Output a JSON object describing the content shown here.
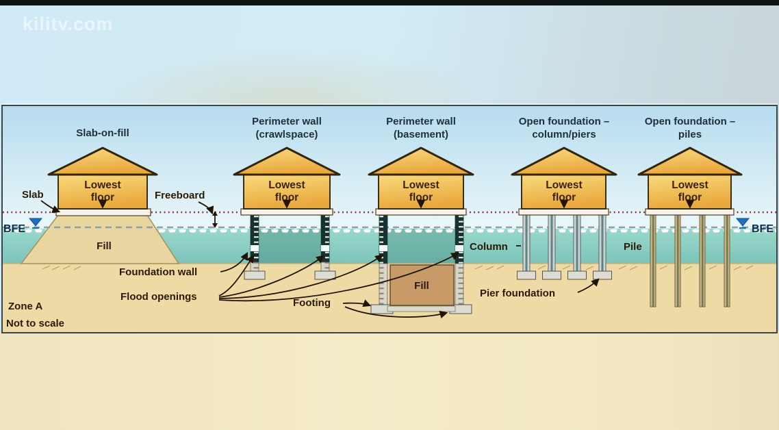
{
  "watermark": "kilitv.com",
  "panel": {
    "houses": [
      {
        "title_line1": "Slab-on-fill",
        "title_line2": ""
      },
      {
        "title_line1": "Perimeter wall",
        "title_line2": "(crawlspace)"
      },
      {
        "title_line1": "Perimeter wall",
        "title_line2": "(basement)"
      },
      {
        "title_line1": "Open foundation –",
        "title_line2": "column/piers"
      },
      {
        "title_line1": "Open foundation –",
        "title_line2": "piles"
      }
    ],
    "floor_label": {
      "line1": "Lowest",
      "line2": "floor"
    },
    "labels": {
      "slab": "Slab",
      "freeboard": "Freeboard",
      "bfe_left": "BFE",
      "bfe_right": "BFE",
      "fill_mound": "Fill",
      "foundation_wall": "Foundation wall",
      "flood_openings": "Flood openings",
      "footing": "Footing",
      "fill_basement": "Fill",
      "column": "Column",
      "pier_foundation": "Pier foundation",
      "pile": "Pile",
      "zone": "Zone A",
      "scale_note": "Not to scale"
    }
  },
  "colors": {
    "sky_top": "#b6dcee",
    "sky_bottom": "#eaf7f9",
    "water_top": "#9ad8cc",
    "water_bottom": "#7cc4ba",
    "water_shadow": "#3f8478",
    "ground": "#eedaa5",
    "fill_mound": "#e9d5a0",
    "house_top": "#f9da7e",
    "house_bottom": "#e9a83c",
    "house_outline": "#33260f",
    "wall_dark": "#17322f",
    "wall_light": "#d9d6c9",
    "footing": "#dcdcd2",
    "basement_fill": "#c89a68",
    "column": "#ccd2d8",
    "pile": "#c7b282",
    "freeboard_line": "#8e2222",
    "bfe_line": "#8aa0a8",
    "bfe_symbol": "#1e6fc4",
    "label_text": "#2a1a06",
    "title_text": "#20303a"
  }
}
